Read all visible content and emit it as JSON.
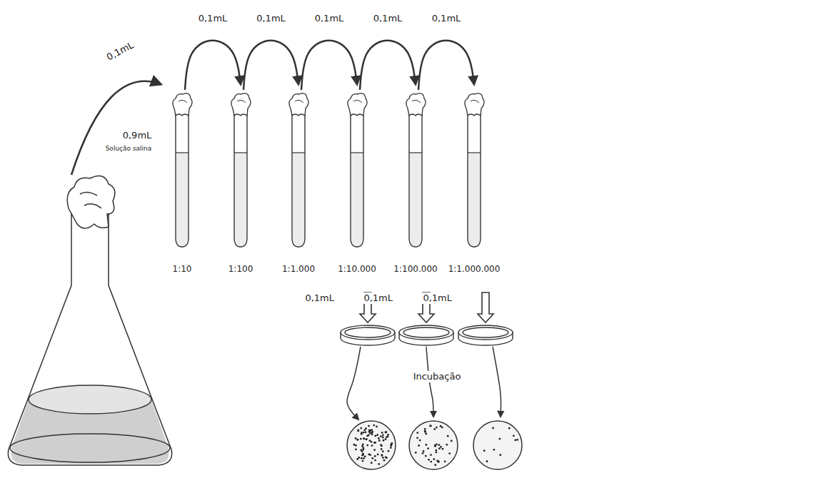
{
  "diagram": {
    "nodes": [
      {
        "text": [
          "1:10"
        ]
      },
      {
        "text": [
          "1:100"
        ]
      },
      {
        "text": [
          "1:1.000"
        ]
      },
      {
        "text": [
          "1:10.000"
        ]
      },
      {
        "text": [
          "1:100.000"
        ]
      },
      {
        "text": [
          "1:1.000.000"
        ]
      }
    ],
    "edges": [
      {
        "from": 0,
        "to": 1,
        "label": "0,1mL",
        "arrow": "to"
      },
      {
        "from": 1,
        "to": 2,
        "label": "0,1mL",
        "arrow": "to"
      },
      {
        "from": 2,
        "to": 3,
        "label": "0,1mL",
        "arrow": "to"
      },
      {
        "from": 3,
        "to": 4,
        "label": "0,1mL",
        "arrow": "to"
      },
      {
        "from": 4,
        "to": 5,
        "label": "0,1mL",
        "arrow": "to"
      }
    ],
    "labels": [
      "0,1mL",
      "0,9mL",
      "Solução salina",
      "0,1mL",
      "0,1mL",
      "0,1mL",
      "Incubação"
    ]
  }
}
